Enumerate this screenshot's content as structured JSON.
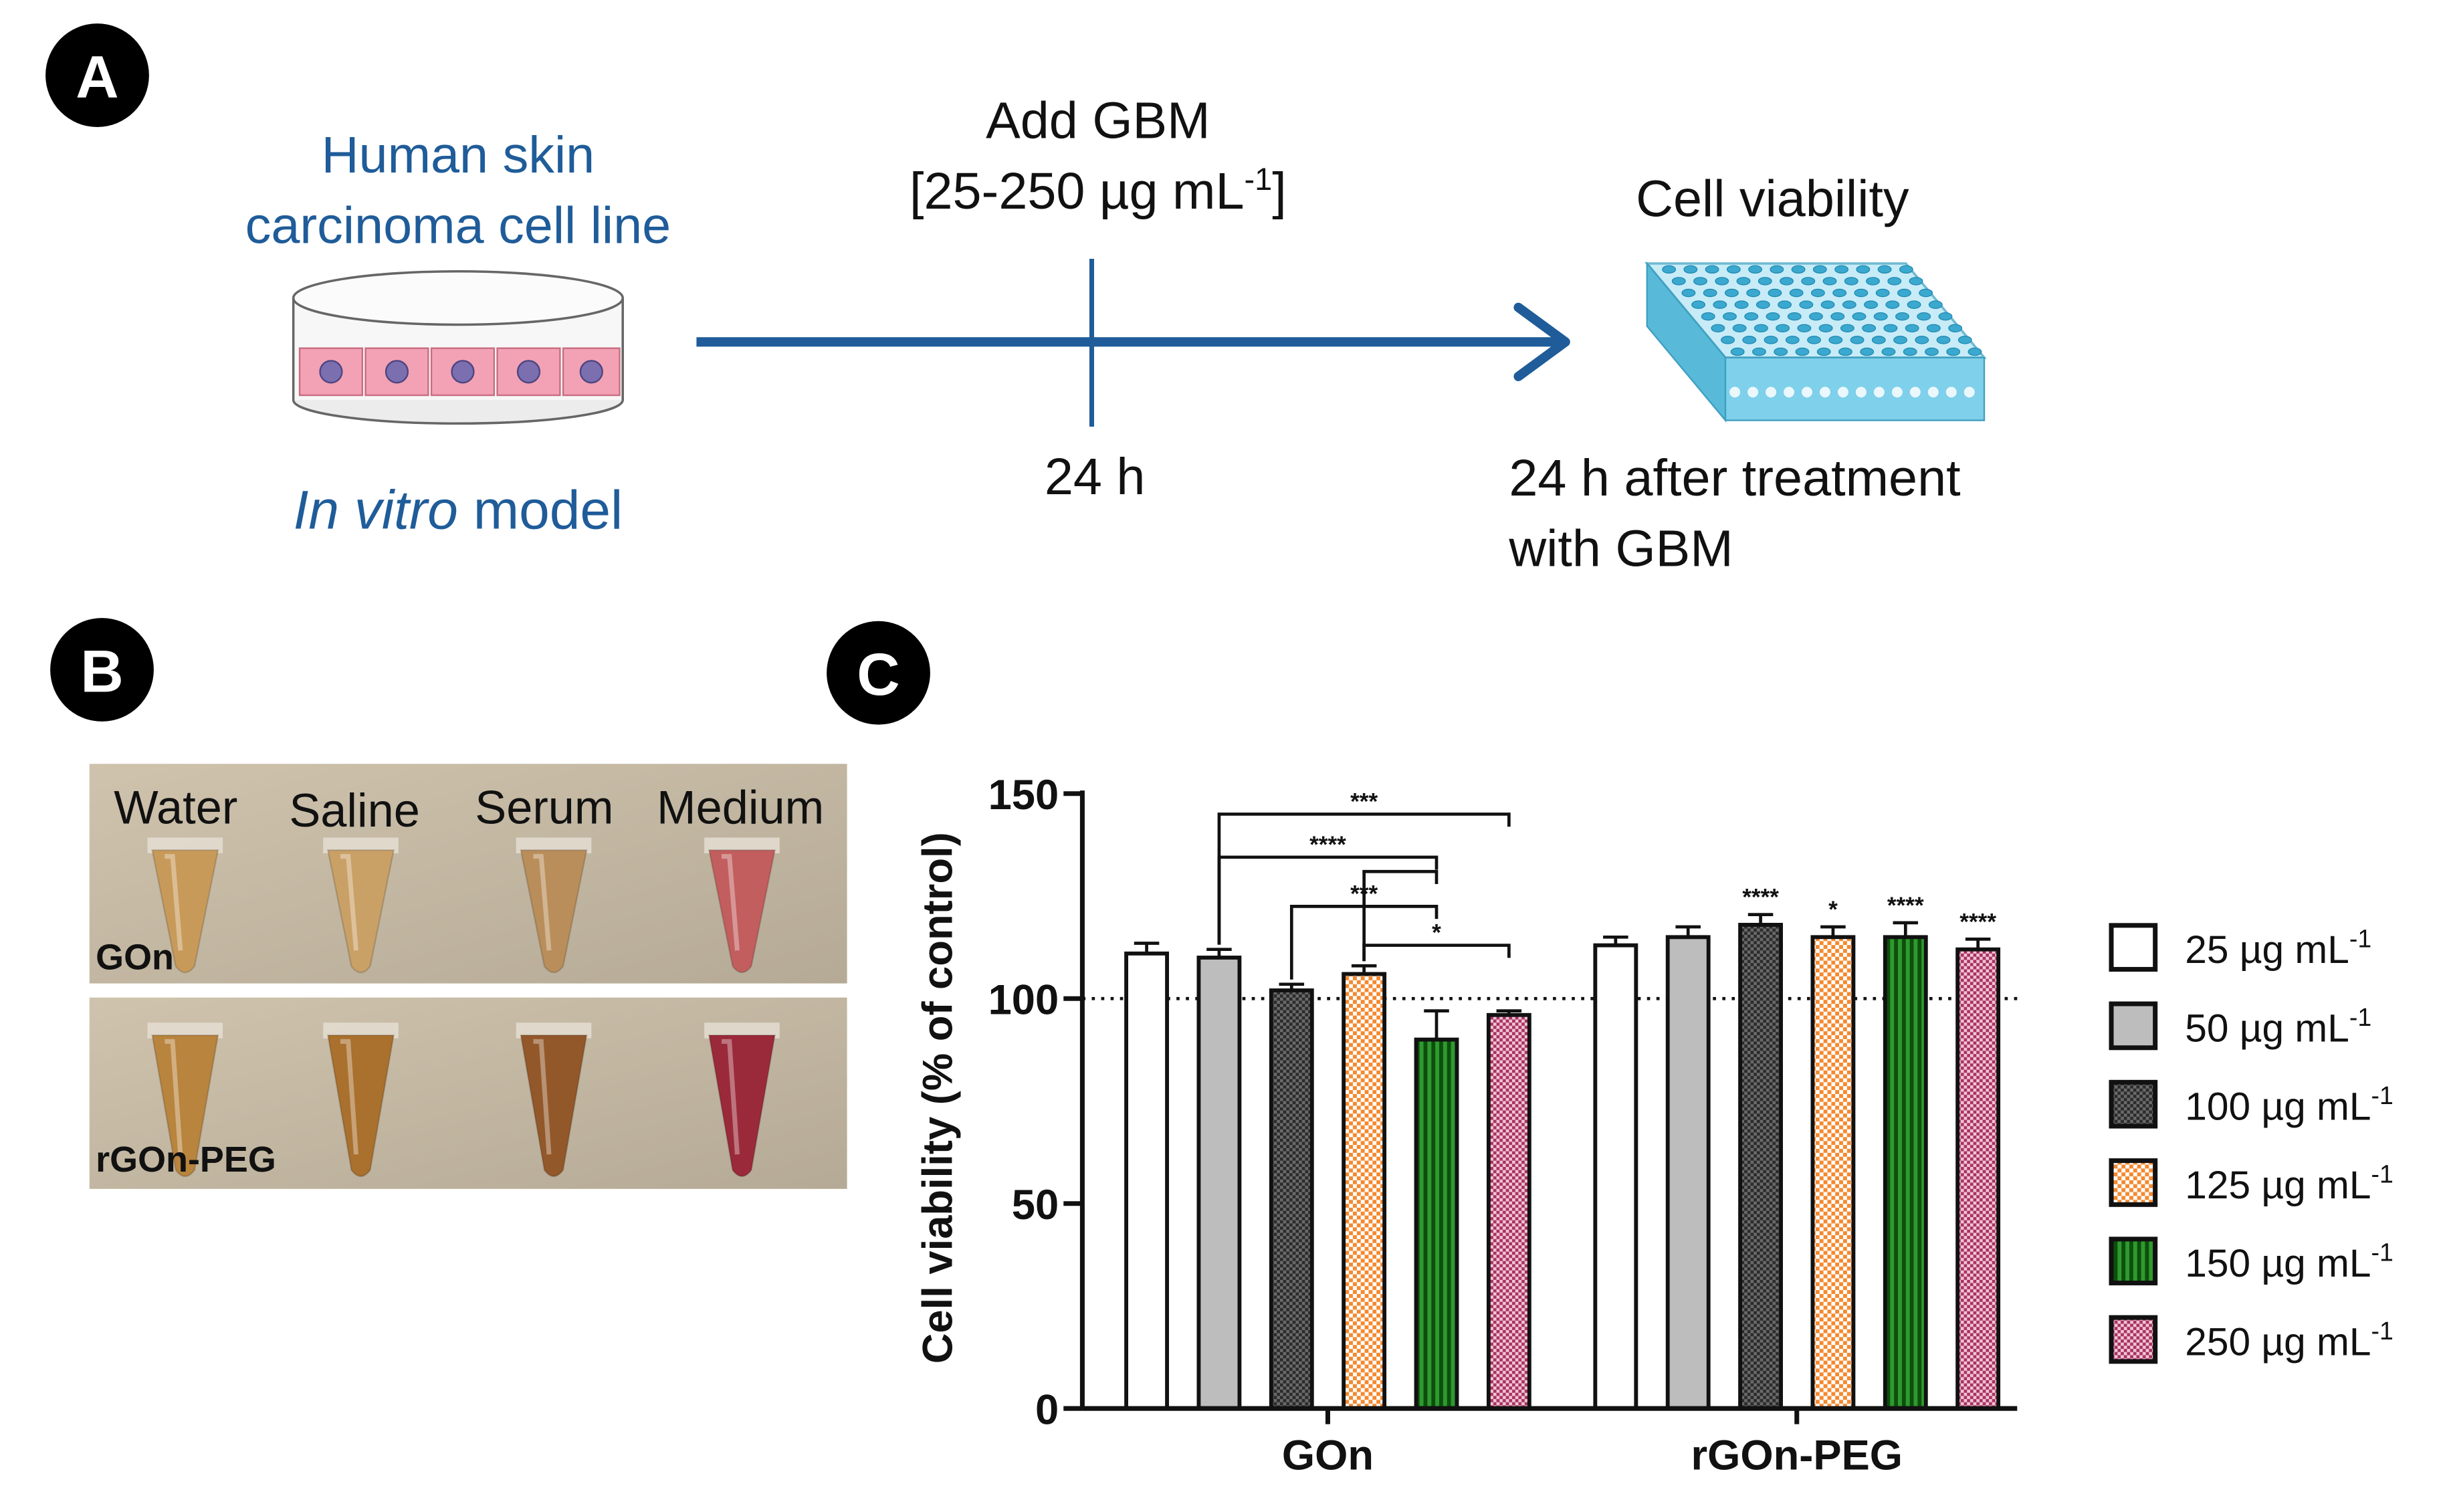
{
  "panel_labels": {
    "a": "A",
    "b": "B",
    "c": "C"
  },
  "colors": {
    "accent_blue": "#1F5C99",
    "badge": "#000000",
    "bar_25": "#ffffff",
    "bar_50": "#bdbdbd",
    "bar_100": "#3a3a3a",
    "bar_125": "#f5892e",
    "bar_150": "#1a7a1a",
    "bar_250": "#c4467a"
  },
  "panel_a": {
    "cell_line_line1": "Human skin",
    "cell_line_line2": "carcinoma cell line",
    "model_italic": "In vitro",
    "model_rest": " model",
    "add_line1": "Add GBM",
    "add_line2_prefix": "[25-250 µg mL",
    "add_line2_sup": "-1",
    "add_line2_suffix": "]",
    "time_label": "24 h",
    "viability_title": "Cell viability",
    "after_line1": "24 h after treatment",
    "after_line2": "with GBM"
  },
  "panel_b": {
    "columns": [
      "Water",
      "Saline",
      "Serum",
      "Medium"
    ],
    "rows": [
      "GOn",
      "rGOn-PEG"
    ],
    "tube_colors": [
      [
        "#c89a5a",
        "#c9a066",
        "#b98e5a",
        "#c25e5e"
      ],
      [
        "#b8843e",
        "#a9702e",
        "#93582a",
        "#9a2a3a"
      ]
    ]
  },
  "chart_data": {
    "type": "bar",
    "ylabel": "Cell viability (% of control)",
    "ylim": [
      0,
      150
    ],
    "yticks": [
      0,
      50,
      100,
      150
    ],
    "reference_line": 100,
    "categories": [
      "GOn",
      "rGOn-PEG"
    ],
    "series": [
      {
        "name": "25 µg mL-1",
        "label": "25 µg mL",
        "sup": "-1",
        "values": [
          111,
          113
        ],
        "errors": [
          2.5,
          2
        ],
        "marks": [
          "",
          ""
        ],
        "pattern": "white"
      },
      {
        "name": "50 µg mL-1",
        "label": "50 µg mL",
        "sup": "-1",
        "values": [
          110,
          115
        ],
        "errors": [
          2,
          2.5
        ],
        "marks": [
          "",
          ""
        ],
        "pattern": "gray"
      },
      {
        "name": "100 µg mL-1",
        "label": "100 µg mL",
        "sup": "-1",
        "values": [
          102,
          118
        ],
        "errors": [
          1.5,
          2.5
        ],
        "marks": [
          "",
          "****"
        ],
        "pattern": "darkcheck"
      },
      {
        "name": "125 µg mL-1",
        "label": "125 µg mL",
        "sup": "-1",
        "values": [
          106,
          115
        ],
        "errors": [
          2,
          2.5
        ],
        "marks": [
          "",
          "*"
        ],
        "pattern": "orangecheck"
      },
      {
        "name": "150 µg mL-1",
        "label": "150 µg mL",
        "sup": "-1",
        "values": [
          90,
          115
        ],
        "errors": [
          7,
          3.5
        ],
        "marks": [
          "",
          "****"
        ],
        "pattern": "greenstripe"
      },
      {
        "name": "250 µg mL-1",
        "label": "250 µg mL",
        "sup": "-1",
        "values": [
          96,
          112
        ],
        "errors": [
          1,
          2.5
        ],
        "marks": [
          "",
          "****"
        ],
        "pattern": "pinkcheck"
      }
    ],
    "brackets": [
      {
        "from": 1,
        "to": 5,
        "label": "***"
      },
      {
        "from": 1,
        "to": 4,
        "label": "****"
      },
      {
        "from": 3,
        "to": 4,
        "label": ""
      },
      {
        "from": 2,
        "to": 4,
        "label": "***"
      },
      {
        "from": 3,
        "to": 5,
        "label": "*"
      }
    ]
  }
}
